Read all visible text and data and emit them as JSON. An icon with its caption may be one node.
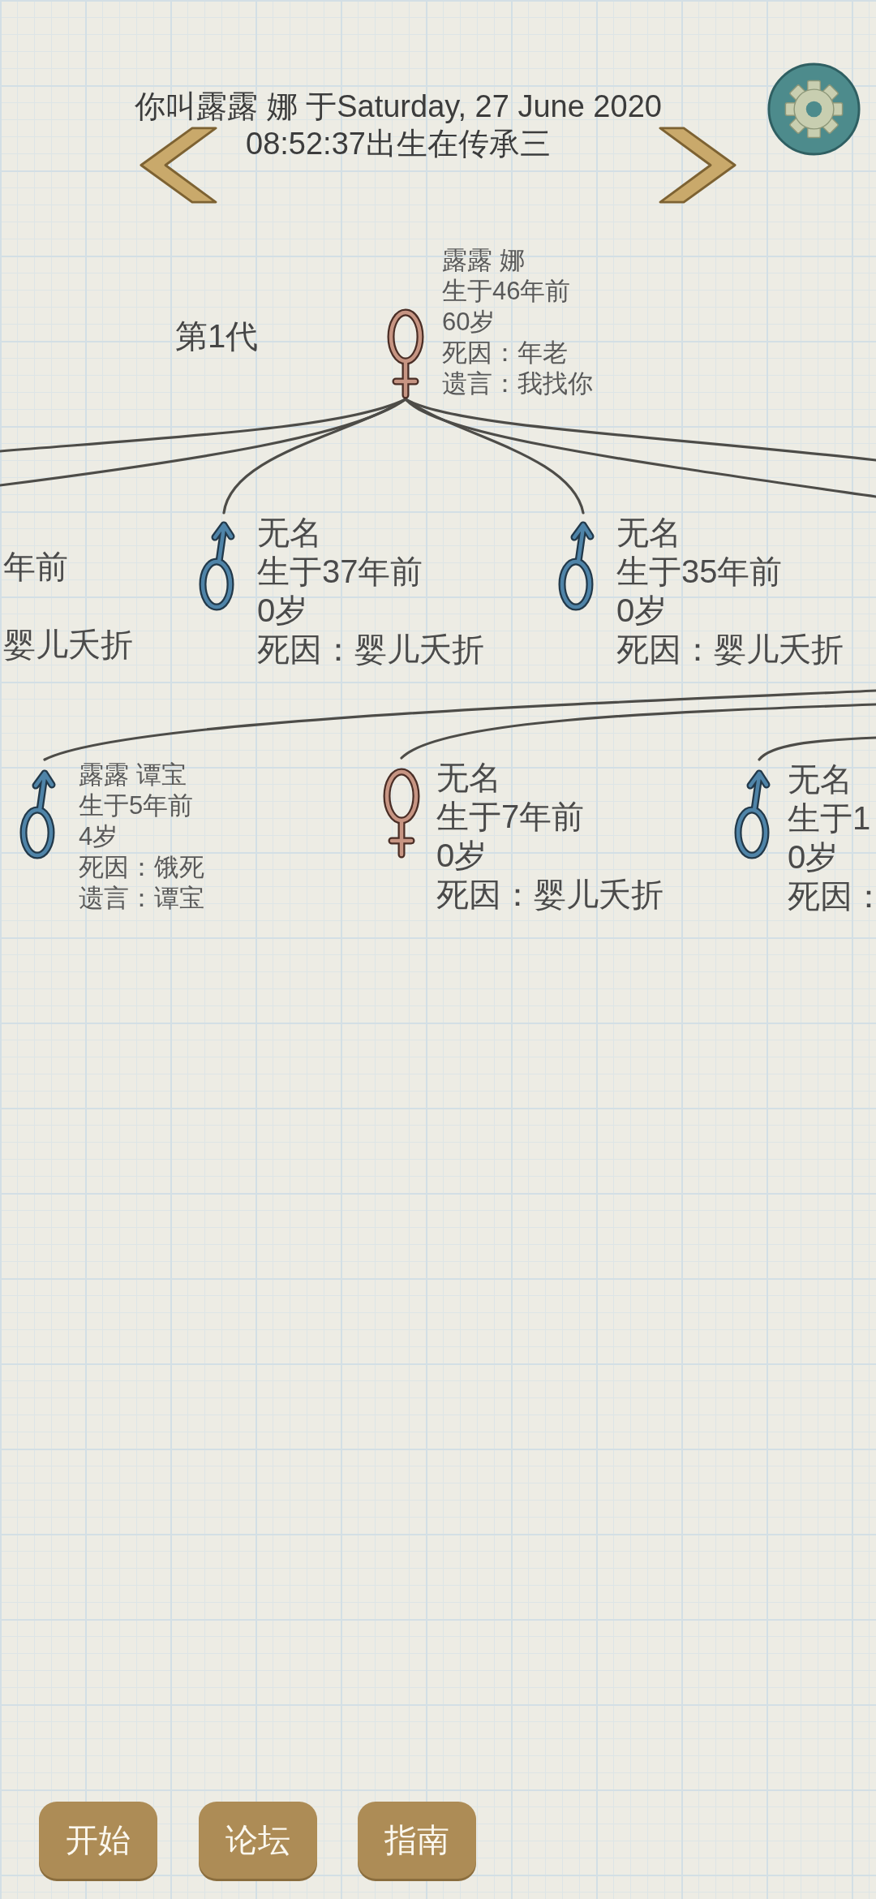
{
  "diagram": {
    "title": "你叫露露 娜 于Saturday, 27 June 2020 08:52:37出生在传承三",
    "nodes": [
      {
        "text": [
          "露露 娜",
          "生于46年前",
          "60岁",
          "死因：年老",
          "遗言：我找你"
        ]
      },
      {
        "text": [
          "年前",
          "婴儿夭折"
        ]
      },
      {
        "text": [
          "无名",
          "生于37年前",
          "0岁",
          "死因：婴儿夭折"
        ]
      },
      {
        "text": [
          "无名",
          "生于35年前",
          "0岁",
          "死因：婴儿夭折"
        ]
      },
      {
        "text": [
          "露露 谭宝",
          "生于5年前",
          "4岁",
          "死因：饿死",
          "遗言：谭宝"
        ]
      },
      {
        "text": [
          "无名",
          "生于7年前",
          "0岁",
          "死因：婴儿夭折"
        ]
      },
      {
        "text": [
          "无名",
          "生于1",
          "0岁",
          "死因："
        ]
      }
    ],
    "edges": [
      {
        "from": 0,
        "to": null,
        "arrow": "none"
      },
      {
        "from": 0,
        "to": null,
        "arrow": "none"
      },
      {
        "from": 0,
        "to": 2,
        "arrow": "none"
      },
      {
        "from": 0,
        "to": 3,
        "arrow": "none"
      },
      {
        "from": 0,
        "to": null,
        "arrow": "none"
      },
      {
        "from": 0,
        "to": null,
        "arrow": "none"
      },
      {
        "from": null,
        "to": 4,
        "arrow": "none"
      },
      {
        "from": null,
        "to": 5,
        "arrow": "none"
      },
      {
        "from": null,
        "to": 6,
        "arrow": "none"
      }
    ],
    "labels": [
      "第1代",
      "开始",
      "论坛",
      "指南"
    ]
  }
}
